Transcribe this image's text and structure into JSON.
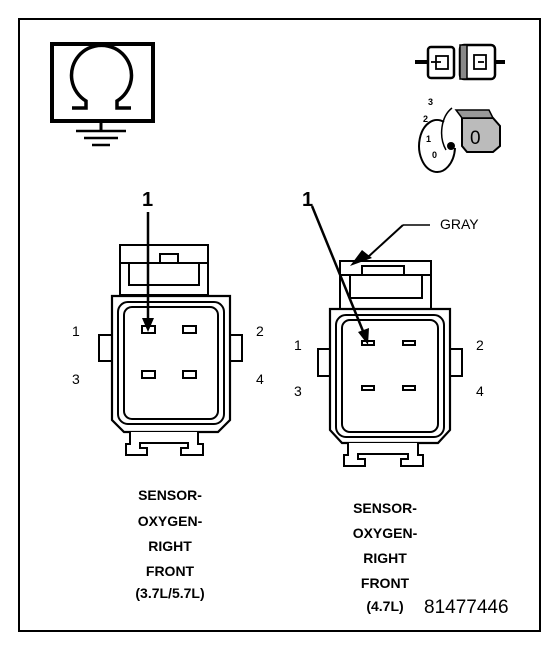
{
  "callouts": {
    "left_leader": "1",
    "right_leader": "1",
    "gray_label": "GRAY"
  },
  "left_connector": {
    "pins": [
      "1",
      "2",
      "3",
      "4"
    ],
    "caption": [
      "SENSOR-",
      "OXYGEN-",
      "RIGHT",
      "FRONT",
      "(3.7L/5.7L)"
    ]
  },
  "right_connector": {
    "pins": [
      "1",
      "2",
      "3",
      "4"
    ],
    "caption": [
      "SENSOR-",
      "OXYGEN-",
      "RIGHT",
      "FRONT",
      "(4.7L)"
    ]
  },
  "ignition_key": {
    "positions": [
      "3",
      "2",
      "1",
      "0"
    ],
    "key_mark": "0"
  },
  "figure_number": "81477446",
  "icons": {
    "meter": "ohmmeter-ground-icon",
    "connector": "disconnect-connector-icon",
    "ignition": "ignition-key-off-icon"
  }
}
